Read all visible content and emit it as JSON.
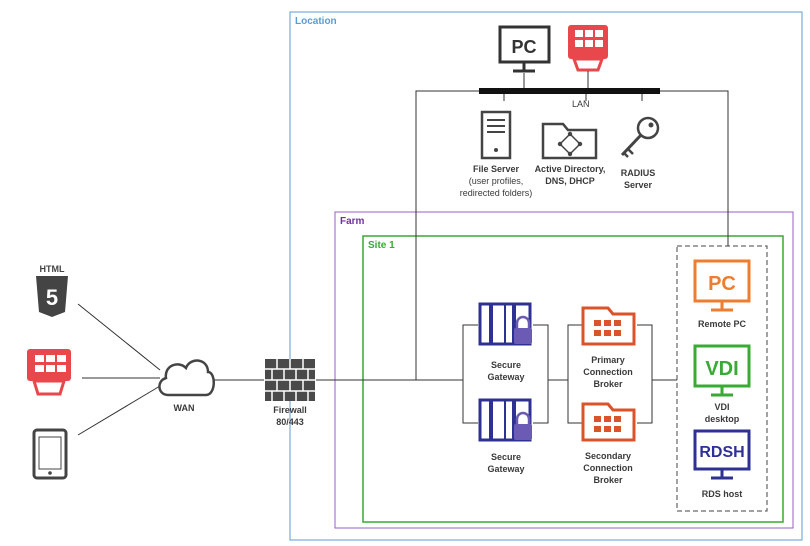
{
  "zones": {
    "location": {
      "label": "Location",
      "color": "#5b9bd5"
    },
    "farm": {
      "label": "Farm",
      "color": "#7030a0"
    },
    "site": {
      "label": "Site 1",
      "color": "#3aa935"
    }
  },
  "lan": {
    "label": "LAN"
  },
  "top_devices": {
    "pc": {
      "label": "PC"
    },
    "thin_client_color": "#e8474b"
  },
  "servers": {
    "file_server": {
      "line1": "File Server",
      "line2": "(user profiles,",
      "line3": "redirected folders)"
    },
    "active_directory": {
      "line1": "Active Directory,",
      "line2": "DNS, DHCP"
    },
    "radius": {
      "line1": "RADIUS",
      "line2": "Server"
    }
  },
  "clients": {
    "html5": {
      "label": "HTML",
      "glyph": "5"
    },
    "thin_client_color": "#e8474b"
  },
  "wan": {
    "label": "WAN"
  },
  "firewall": {
    "line1": "Firewall",
    "line2": "80/443"
  },
  "gateways": [
    {
      "line1": "Secure",
      "line2": "Gateway"
    },
    {
      "line1": "Secure",
      "line2": "Gateway"
    }
  ],
  "brokers": [
    {
      "line1": "Primary",
      "line2": "Connection",
      "line3": "Broker"
    },
    {
      "line1": "Secondary",
      "line2": "Connection",
      "line3": "Broker"
    }
  ],
  "hosts": {
    "remote_pc": {
      "screen": "PC",
      "label": "Remote PC",
      "color": "#ed7d31"
    },
    "vdi": {
      "screen": "VDI",
      "line1": "VDI",
      "line2": "desktop",
      "color": "#3aa935"
    },
    "rdsh": {
      "screen": "RDSH",
      "label": "RDS host",
      "color": "#2e3192"
    }
  },
  "colors": {
    "gateway": "#2e3192",
    "lock": "#6b5bb5",
    "broker": "#d9542b",
    "icon_dark": "#4a4a4a"
  }
}
